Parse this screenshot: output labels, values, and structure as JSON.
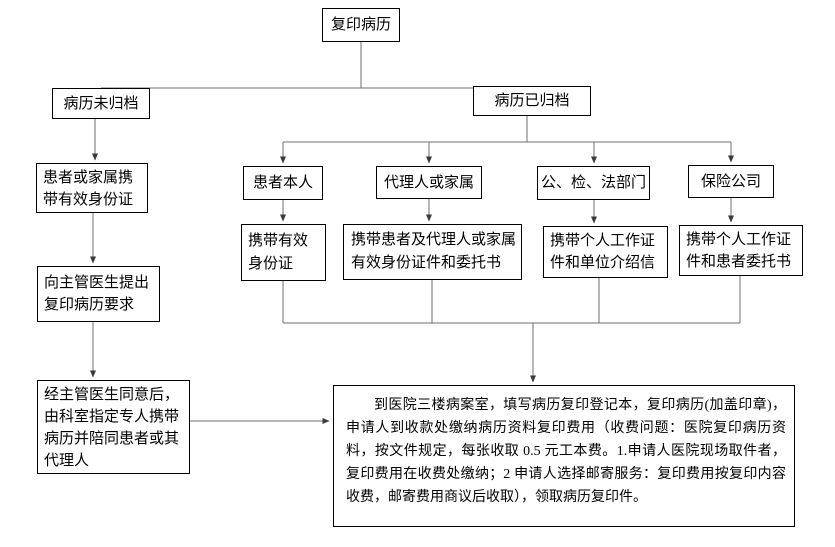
{
  "colors": {
    "background": "#ffffff",
    "box_border": "#000000",
    "text": "#000000",
    "connector": "#6f6f6f",
    "arrowhead": "#3a3a3a"
  },
  "flowchart": {
    "root": "复印病历",
    "branch_left": {
      "not_archived": "病历未归档",
      "patient_family": "患者或家属携带有效身份证",
      "request_doctor": "向主管医生提出复印病历要求",
      "doctor_agree": "经主管医生同意后，由科室指定专人携带病历并陪同患者或其代理人"
    },
    "branch_right": {
      "archived": "病历已归档",
      "applicants": [
        {
          "who": "患者本人",
          "requirement": "携带有效身份证"
        },
        {
          "who": "代理人或家属",
          "requirement": "携带患者及代理人或家属有效身份证件和委托书"
        },
        {
          "who": "公、检、法部门",
          "requirement": "携带个人工作证件和单位介绍信"
        },
        {
          "who": "保险公司",
          "requirement": "携带个人工作证件和患者委托书"
        }
      ]
    },
    "final_step": "到医院三楼病案室，填写病历复印登记本，复印病历(加盖印章)，申请人到收款处缴纳病历资料复印费用（收费问题：医院复印病历资料，按文件规定，每张收取 0.5 元工本费。1.申请人医院现场取件者，复印费用在收费处缴纳；2 申请人选择邮寄服务：复印费用按复印内容收费，邮寄费用商议后收取），领取病历复印件。"
  }
}
